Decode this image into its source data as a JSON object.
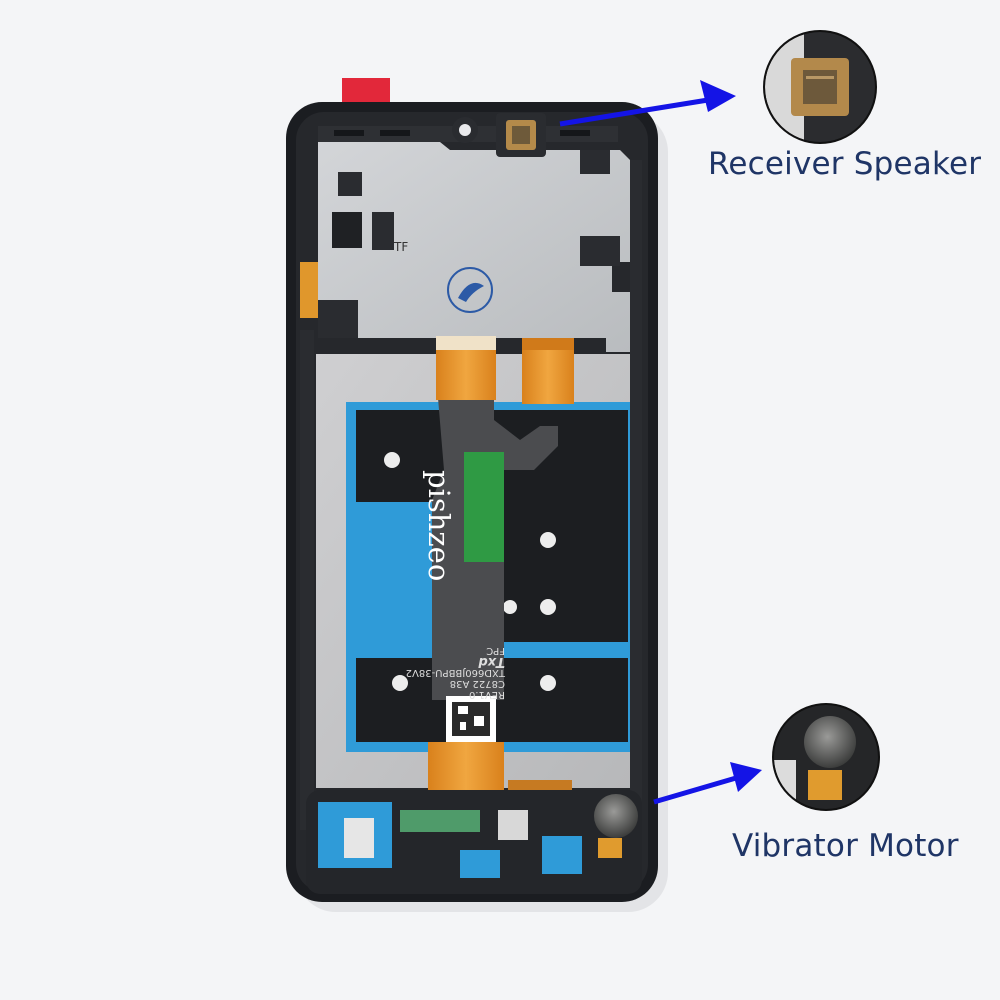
{
  "callouts": {
    "receiver": {
      "label": "Receiver Speaker",
      "icon": "speaker-icon"
    },
    "vibrator": {
      "label": "Vibrator Motor",
      "icon": "motor-icon"
    }
  },
  "brand_text": "pishzeo",
  "flex_cable_print": {
    "line1": "REV1.0",
    "line2": "C8722 A38",
    "line3": "TXD660JBBPU-38V2",
    "line4": "Txd",
    "line5": "FPC"
  },
  "frame_mark": "TF",
  "colors": {
    "background": "#f4f5f7",
    "frame": "#1b1d21",
    "shield": "#c9cbcd",
    "cable": "#e8982a",
    "arrow": "#1414e6",
    "label": "#1f3566",
    "film_blue": "#2f9bd8"
  }
}
